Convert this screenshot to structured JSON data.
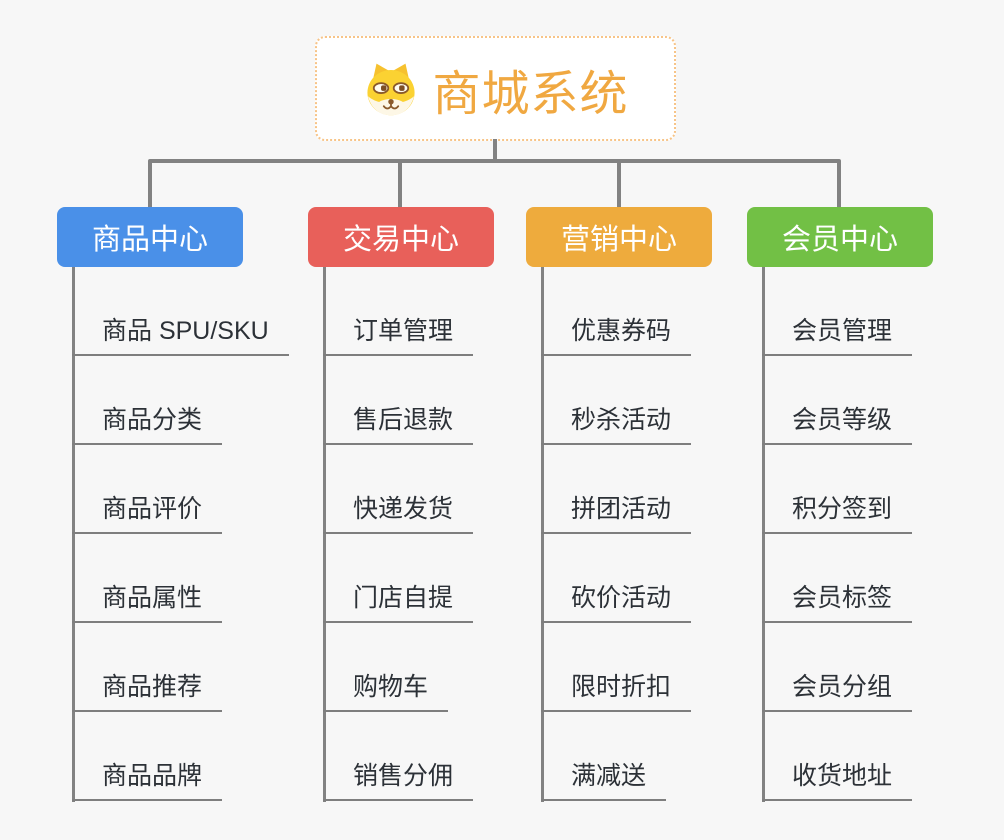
{
  "canvas": {
    "background": "#f7f7f7",
    "connector_color": "#828282",
    "underline_color": "#7e7e7e",
    "item_text_color": "#2c3137"
  },
  "root": {
    "title": "商城系统",
    "icon": "dog-face-icon",
    "title_color": "#f0a841",
    "border_color": "#f7c488",
    "background": "#ffffff"
  },
  "branches": [
    {
      "label": "商品中心",
      "color": "#4a90e8",
      "children": [
        "商品 SPU/SKU",
        "商品分类",
        "商品评价",
        "商品属性",
        "商品推荐",
        "商品品牌"
      ]
    },
    {
      "label": "交易中心",
      "color": "#e8605a",
      "children": [
        "订单管理",
        "售后退款",
        "快递发货",
        "门店自提",
        "购物车",
        "销售分佣"
      ]
    },
    {
      "label": "营销中心",
      "color": "#eeab3d",
      "children": [
        "优惠券码",
        "秒杀活动",
        "拼团活动",
        "砍价活动",
        "限时折扣",
        "满减送"
      ]
    },
    {
      "label": "会员中心",
      "color": "#72c045",
      "children": [
        "会员管理",
        "会员等级",
        "积分签到",
        "会员标签",
        "会员分组",
        "收货地址"
      ]
    }
  ]
}
